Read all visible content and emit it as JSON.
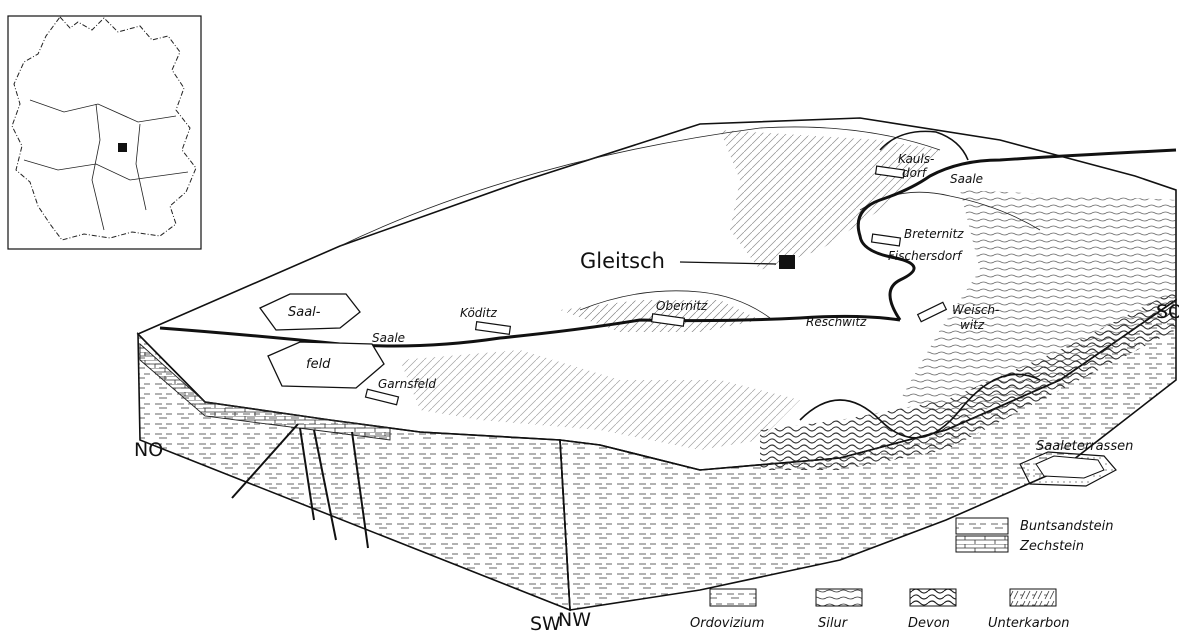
{
  "colors": {
    "ink": "#111111",
    "paper": "#ffffff"
  },
  "inset_map": {
    "name": "germany-locator-map"
  },
  "labels": {
    "gleitsch": "Gleitsch",
    "kaulsdorf_1": "Kauls-",
    "kaulsdorf_2": "dorf",
    "saale_upper": "Saale",
    "breternitz": "Breternitz",
    "fischersdorf": "Fischersdorf",
    "obernitz": "Obernitz",
    "reschwitz": "Reschwitz",
    "weischwitz_1": "Weisch-",
    "weischwitz_2": "witz",
    "saalfeld_1": "Saal-",
    "saalfeld_2": "feld",
    "saale_main": "Saale",
    "koeditz": "Köditz",
    "garnsfeld": "Garnsfeld"
  },
  "directions": {
    "no": "NO",
    "sw": "SW",
    "nw": "NW",
    "so": "SO"
  },
  "legend": {
    "saaleterrassen": "Saaleterrassen",
    "buntsandstein": "Buntsandstein",
    "zechstein": "Zechstein",
    "ordovizium": "Ordovizium",
    "silur": "Silur",
    "devon": "Devon",
    "unterkarbon": "Unterkarbon"
  }
}
